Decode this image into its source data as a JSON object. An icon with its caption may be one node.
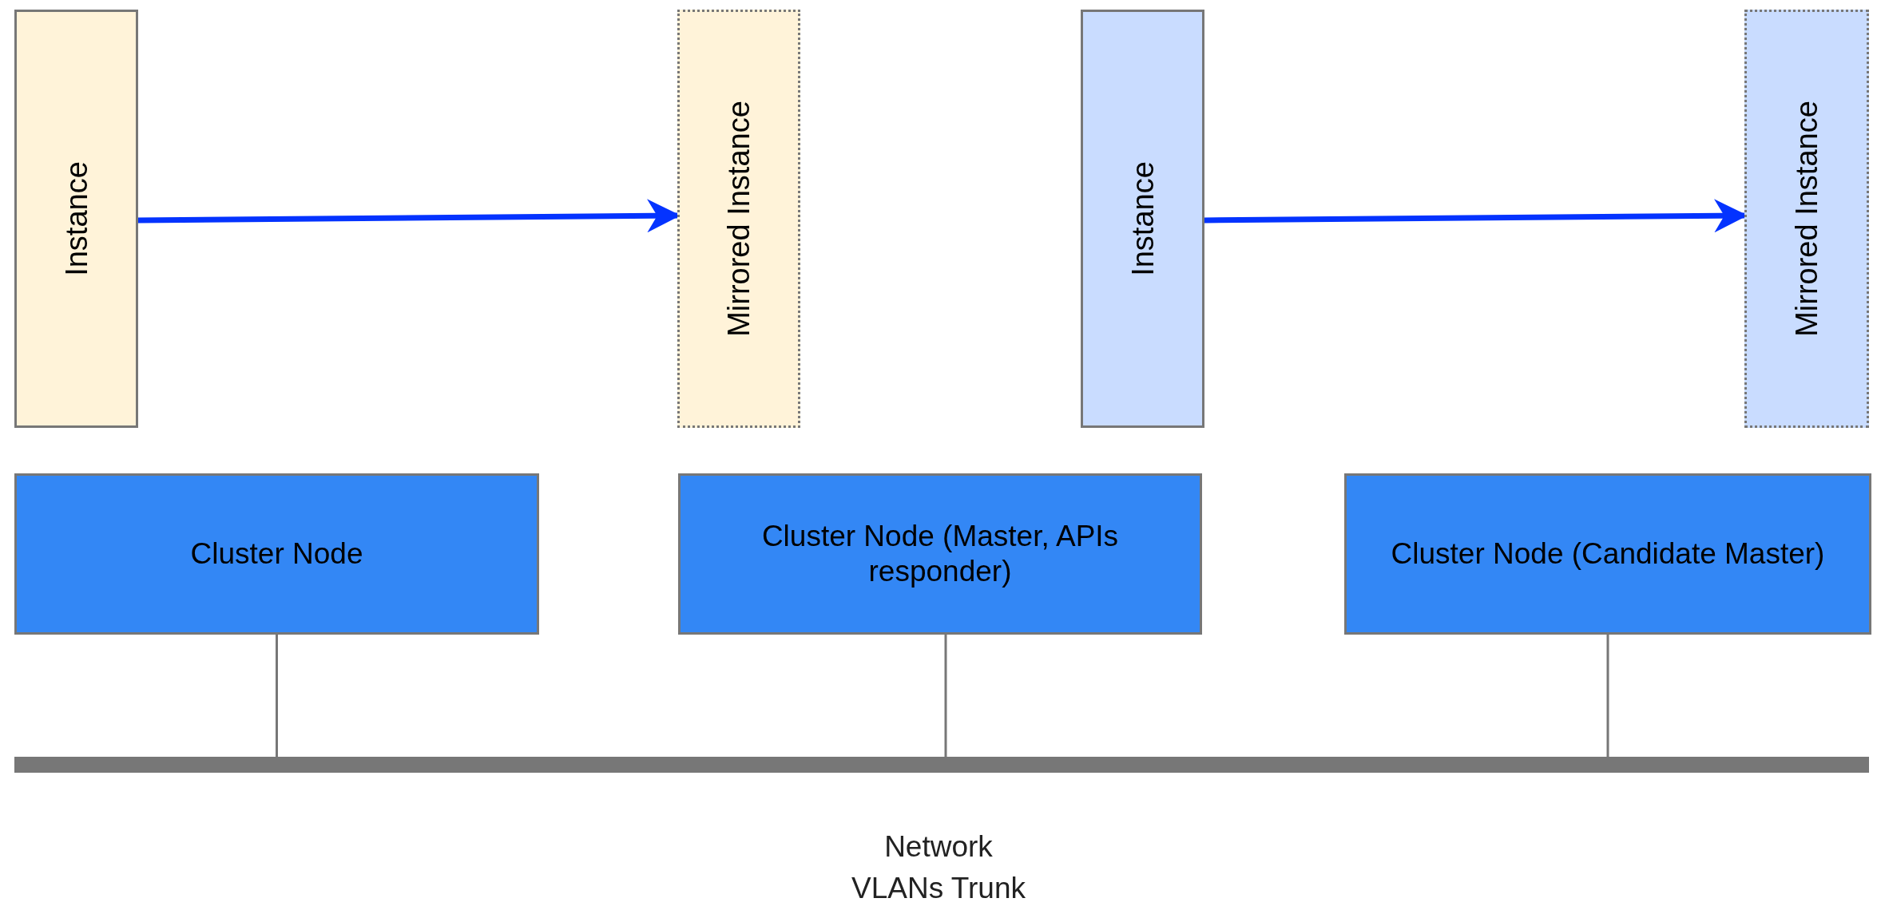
{
  "diagram": {
    "nodes": [
      {
        "text": [
          "Instance"
        ]
      },
      {
        "text": [
          "Mirrored Instance"
        ]
      },
      {
        "text": [
          "Instance"
        ]
      },
      {
        "text": [
          "Mirrored Instance"
        ]
      },
      {
        "text": [
          "Cluster Node"
        ]
      },
      {
        "text": [
          "Cluster Node (Master, APIs responder)"
        ]
      },
      {
        "text": [
          "Cluster Node (Candidate Master)"
        ]
      },
      {
        "text": [],
        "shape": "bar"
      }
    ],
    "edges": [
      {
        "from": 0,
        "to": 1,
        "arrow": "to",
        "style": "thick",
        "color": "#0433ff"
      },
      {
        "from": 2,
        "to": 3,
        "arrow": "to",
        "style": "thick",
        "color": "#0433ff"
      },
      {
        "from": 4,
        "to": 7,
        "arrow": "none"
      },
      {
        "from": 5,
        "to": 7,
        "arrow": "none"
      },
      {
        "from": 6,
        "to": 7,
        "arrow": "none"
      }
    ],
    "labels": [
      "Network",
      "VLANs Trunk"
    ]
  }
}
